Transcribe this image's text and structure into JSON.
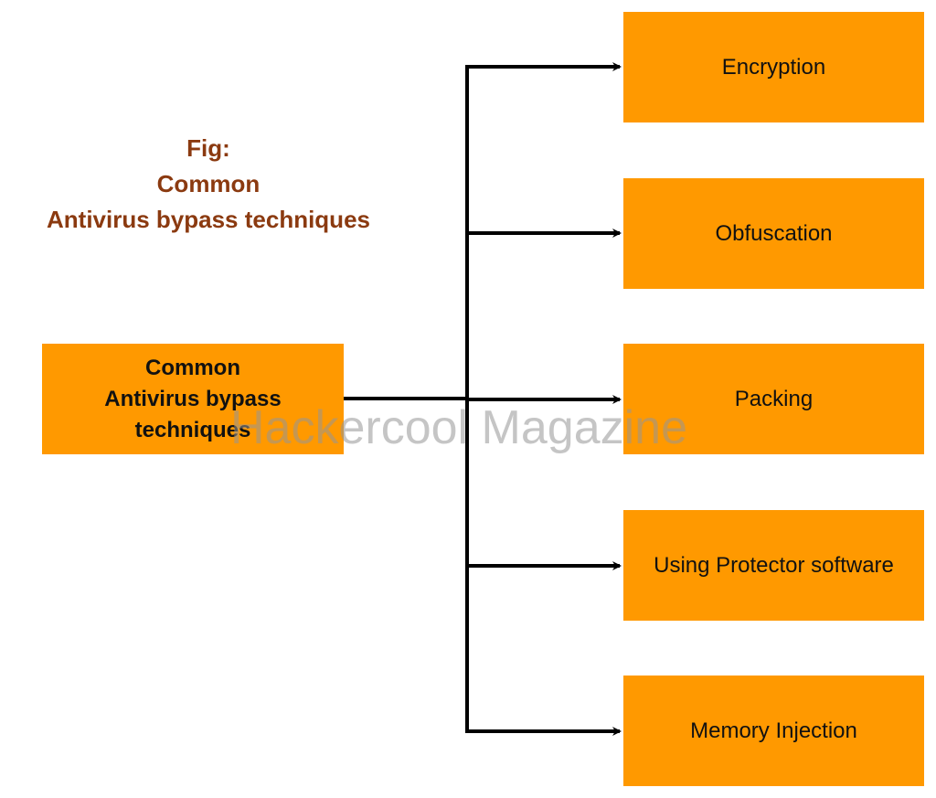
{
  "caption": {
    "line1": "Fig:",
    "line2": "Common",
    "line3": "Antivirus bypass techniques"
  },
  "source": {
    "line1": "Common",
    "line2": "Antivirus bypass",
    "line3": "techniques"
  },
  "targets": [
    {
      "label": "Encryption"
    },
    {
      "label": "Obfuscation"
    },
    {
      "label": "Packing"
    },
    {
      "label": "Using Protector software"
    },
    {
      "label": "Memory Injection"
    }
  ],
  "watermark": "Hackercool Magazine",
  "colors": {
    "box_fill": "#ff9900",
    "caption_text": "#8b3a10",
    "connector": "#000000"
  }
}
